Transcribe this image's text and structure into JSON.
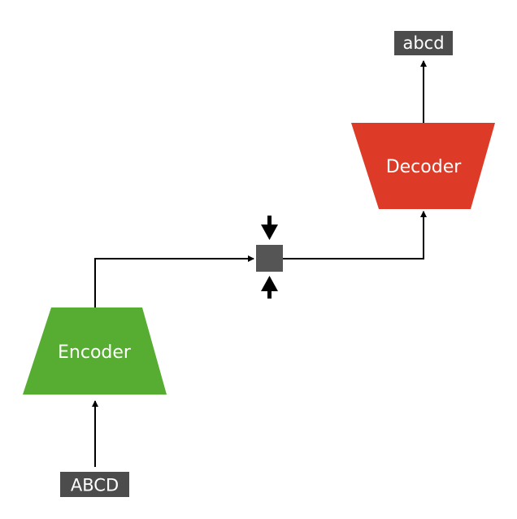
{
  "input": {
    "label": "ABCD"
  },
  "output": {
    "label": "abcd"
  },
  "encoder": {
    "label": "Encoder",
    "color": "#56ad32"
  },
  "decoder": {
    "label": "Decoder",
    "color": "#dd3b27"
  },
  "latent": {
    "color": "#555555"
  },
  "tag_color": "#4c4c4c"
}
